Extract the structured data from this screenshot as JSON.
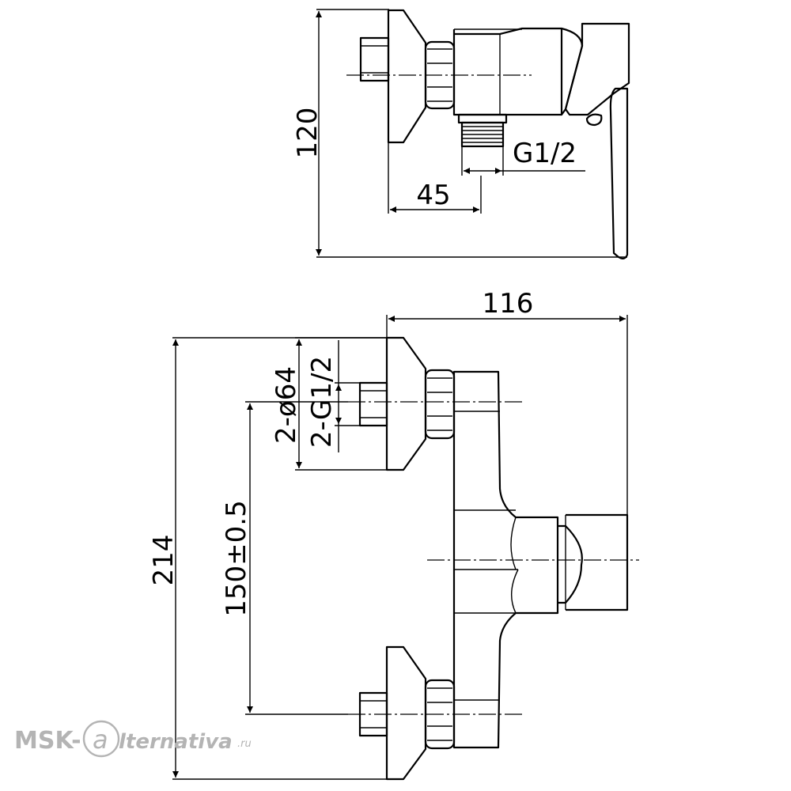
{
  "side_view": {
    "dim_height": "120",
    "dim_offset": "45",
    "thread": "G1/2"
  },
  "front_view": {
    "dim_width": "116",
    "dim_height": "214",
    "dim_spacing": "150±0.5",
    "dim_flange": "2-ø64",
    "dim_thread": "2-G1/2"
  },
  "watermark": {
    "brand_left": "MSK-",
    "brand_right": "lternativa",
    "domain": ".ru"
  }
}
